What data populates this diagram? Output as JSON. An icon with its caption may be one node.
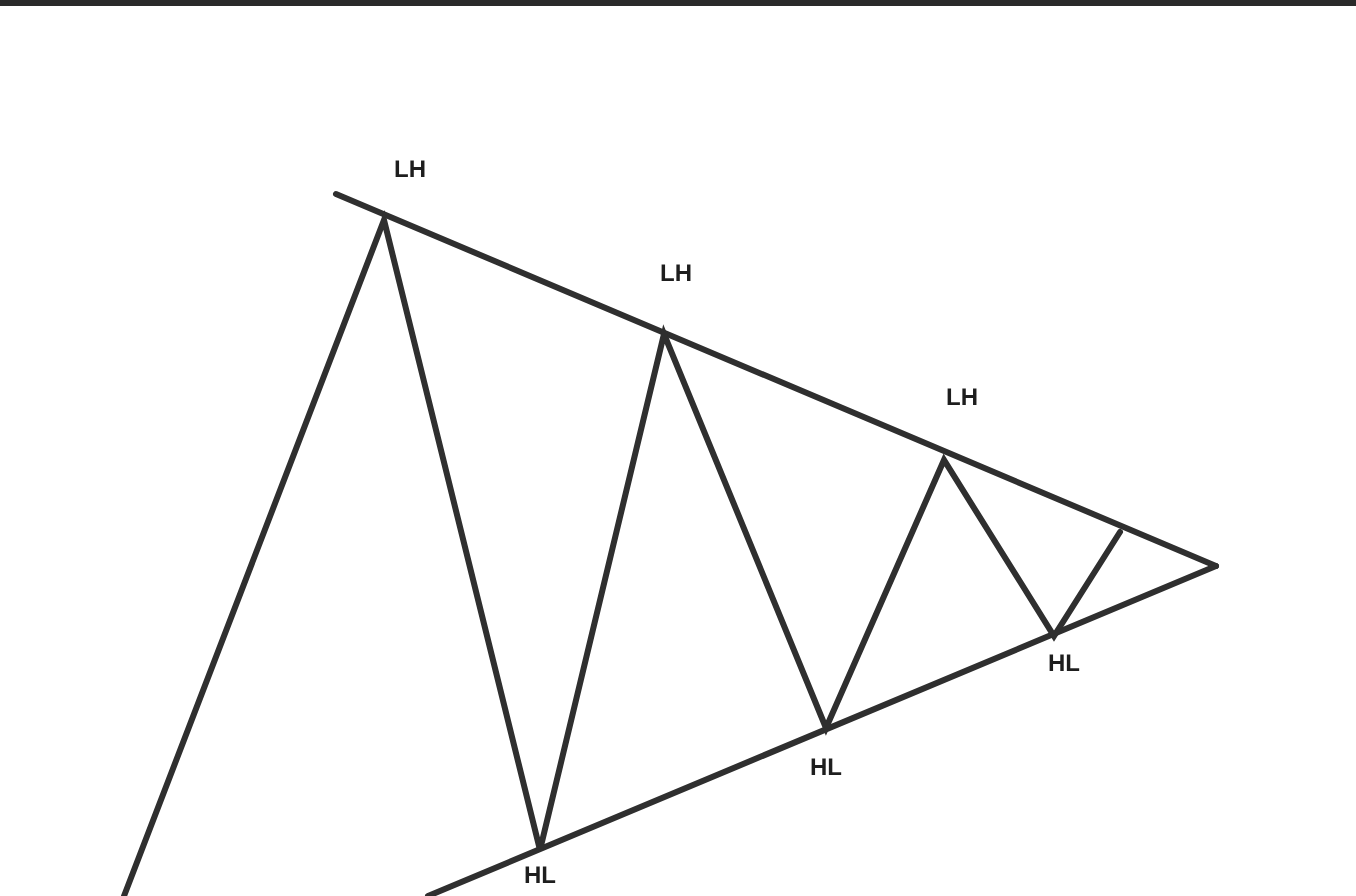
{
  "diagram": {
    "labels": [
      "LH",
      "LH",
      "LH",
      "HL",
      "HL",
      "HL"
    ]
  }
}
